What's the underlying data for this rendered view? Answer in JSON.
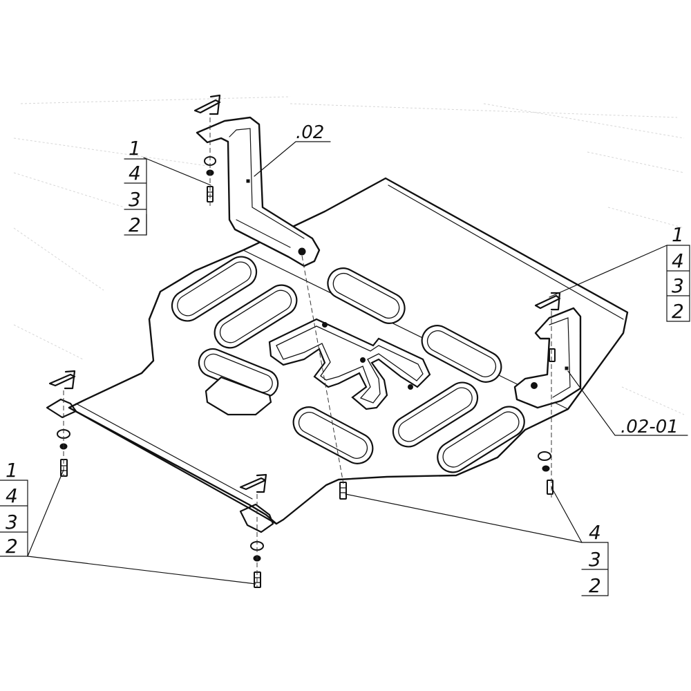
{
  "callouts": {
    "bracket_left": ".02",
    "bracket_right": ".02-01",
    "stack_top_left": [
      "1",
      "4",
      "3",
      "2"
    ],
    "stack_right": [
      "1",
      "4",
      "3",
      "2"
    ],
    "stack_bottom_left": [
      "1",
      "4",
      "3",
      "2"
    ],
    "stack_bottom_right": [
      "4",
      "3",
      "2"
    ]
  },
  "colors": {
    "line": "#111111",
    "background": "#ffffff"
  }
}
